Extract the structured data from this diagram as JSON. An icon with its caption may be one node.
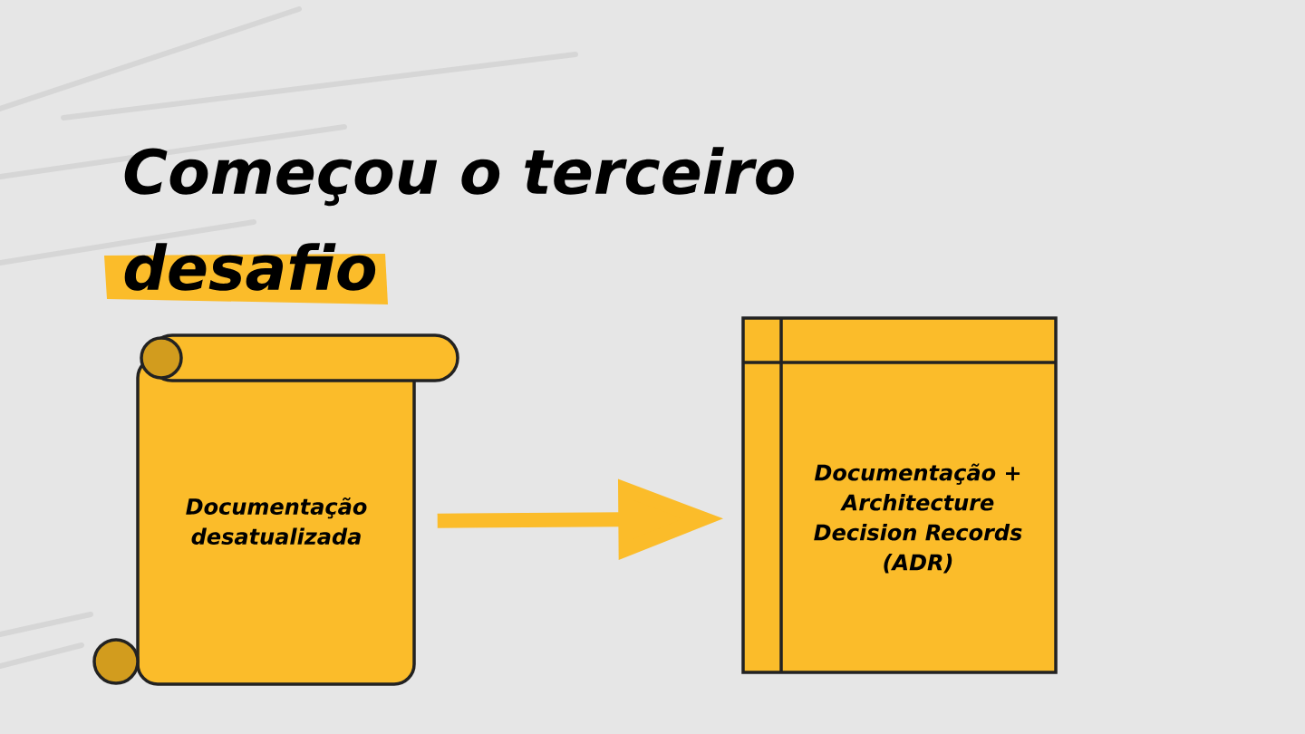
{
  "diagram": {
    "title": "Começou o terceiro desafio",
    "nodes": [
      {
        "text": [
          "Documentação desatualizada"
        ]
      },
      {
        "text": [
          "Documentação + Architecture Decision Records (ADR)"
        ]
      }
    ],
    "edges": [
      {
        "from": 0,
        "to": 1,
        "arrow": "to"
      }
    ]
  }
}
